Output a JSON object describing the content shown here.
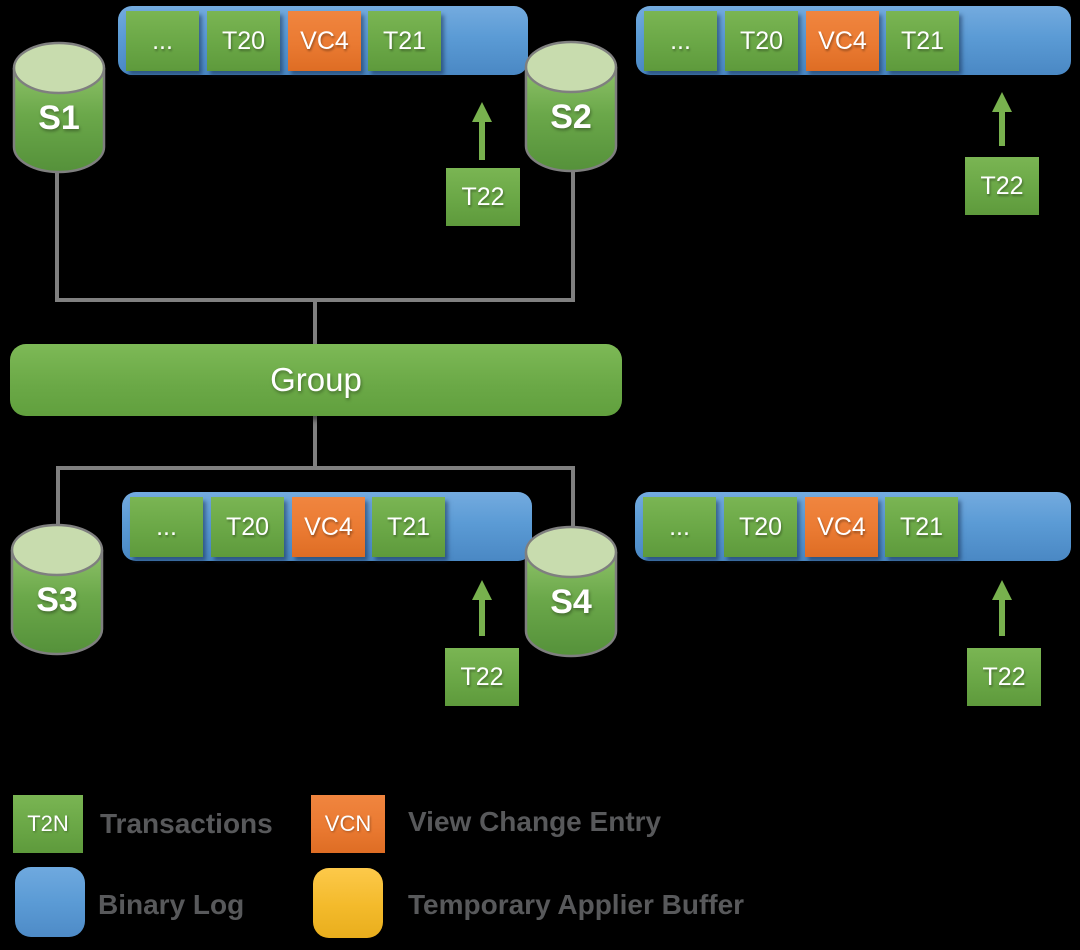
{
  "colors": {
    "background": "#000000",
    "transaction_green": "#6AA746",
    "view_change_orange": "#EA7A32",
    "binary_log_blue": "#5B9BD5",
    "applier_buffer_yellow": "#F3BA2B",
    "connector_gray": "#808080",
    "legend_text_gray": "#58595B"
  },
  "group": {
    "label": "Group"
  },
  "servers": [
    {
      "label": "S1"
    },
    {
      "label": "S2"
    },
    {
      "label": "S3"
    },
    {
      "label": "S4"
    }
  ],
  "logs": [
    {
      "server": "S1",
      "entries": [
        {
          "label": "...",
          "type": "transaction"
        },
        {
          "label": "T20",
          "type": "transaction"
        },
        {
          "label": "VC4",
          "type": "view_change"
        },
        {
          "label": "T21",
          "type": "transaction"
        }
      ],
      "pending": {
        "label": "T22"
      }
    },
    {
      "server": "S2",
      "entries": [
        {
          "label": "...",
          "type": "transaction"
        },
        {
          "label": "T20",
          "type": "transaction"
        },
        {
          "label": "VC4",
          "type": "view_change"
        },
        {
          "label": "T21",
          "type": "transaction"
        }
      ],
      "pending": {
        "label": "T22"
      }
    },
    {
      "server": "S3",
      "entries": [
        {
          "label": "...",
          "type": "transaction"
        },
        {
          "label": "T20",
          "type": "transaction"
        },
        {
          "label": "VC4",
          "type": "view_change"
        },
        {
          "label": "T21",
          "type": "transaction"
        }
      ],
      "pending": {
        "label": "T22"
      }
    },
    {
      "server": "S4",
      "entries": [
        {
          "label": "...",
          "type": "transaction"
        },
        {
          "label": "T20",
          "type": "transaction"
        },
        {
          "label": "VC4",
          "type": "view_change"
        },
        {
          "label": "T21",
          "type": "transaction"
        }
      ],
      "pending": {
        "label": "T22"
      }
    }
  ],
  "legend": {
    "items": [
      {
        "swatch_label": "T2N",
        "swatch_color": "green",
        "label": "Transactions"
      },
      {
        "swatch_label": "VCN",
        "swatch_color": "orange",
        "label": "View Change Entry"
      },
      {
        "swatch_label": "",
        "swatch_color": "blue",
        "label": "Binary Log"
      },
      {
        "swatch_label": "",
        "swatch_color": "yellow",
        "label": "Temporary Applier Buffer"
      }
    ]
  }
}
